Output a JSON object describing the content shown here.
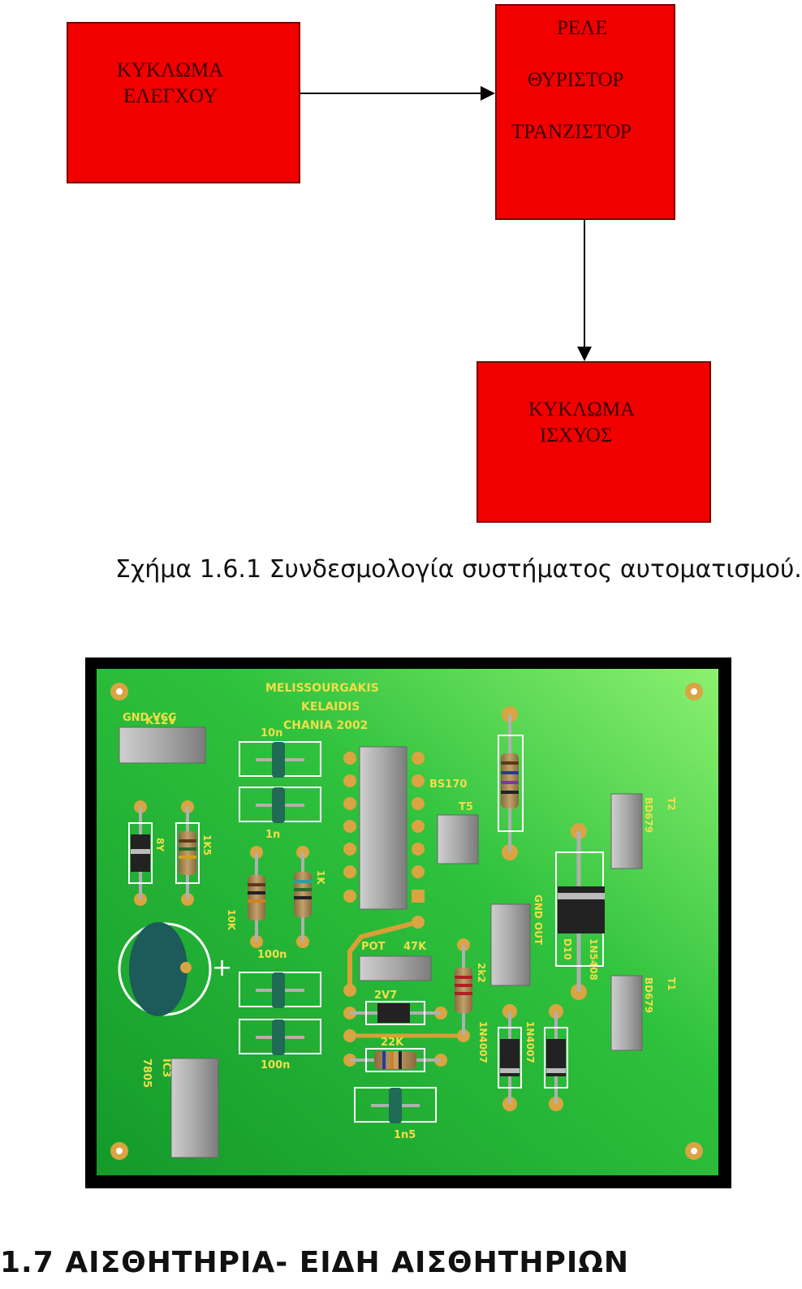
{
  "diagram": {
    "boxes": {
      "control": {
        "lines": [
          "ΚΥΚΛΩΜΑ",
          "ΕΛΕΓΧΟΥ"
        ]
      },
      "switch": {
        "lines": [
          "ΡΕΛΕ",
          "ΘΥΡΙΣΤΟΡ",
          "ΤΡΑΝΖΙΣΤΟΡ"
        ]
      },
      "power": {
        "lines": [
          "ΚΥΚΛΩΜΑ",
          "ΙΣΧΥΟΣ"
        ]
      }
    },
    "colors": {
      "box_fill": "#f20000",
      "line": "#000000"
    }
  },
  "caption": "Σχήμα  1.6.1  Συνδεσμολογία συστήματος αυτοματισμού.",
  "pcb": {
    "credits": [
      "MELISSOURGAKIS",
      "KELAIDIS",
      "CHANIA  2002"
    ],
    "labels": {
      "gnd_vcc": "GND VCC",
      "k12v": "K12V",
      "c10n": "10n",
      "c1n": "1n",
      "bs170": "BS170",
      "t5": "T5",
      "t2": "T2",
      "bd679_top": "BD679",
      "r8y": "8Y",
      "r1k5": "1K5",
      "r10k": "10K",
      "r1k": "1K",
      "c100n_a": "100n",
      "c100n_b": "100n",
      "pot": "POT",
      "r47k": "47K",
      "gnd_out": "GND OUT",
      "d10": "D10",
      "n5408": "1N5408",
      "t1": "T1",
      "bd679_bot": "BD679",
      "z2v7": "2V7",
      "r22k": "22K",
      "r2k2": "2k2",
      "n4007_a": "1N4007",
      "n4007_b": "1N4007",
      "ic3": "IC3",
      "u7805": "7805",
      "c1n5": "1n5"
    },
    "colors": {
      "board": "#24b83a",
      "silk": "#f2dd4a",
      "pad": "#d9a441",
      "trace": "#d8a036"
    }
  },
  "heading": "1.7  ΑΙΣΘΗΤΗΡΙΑ- ΕΙΔΗ ΑΙΣΘΗΤΗΡΙΩΝ"
}
